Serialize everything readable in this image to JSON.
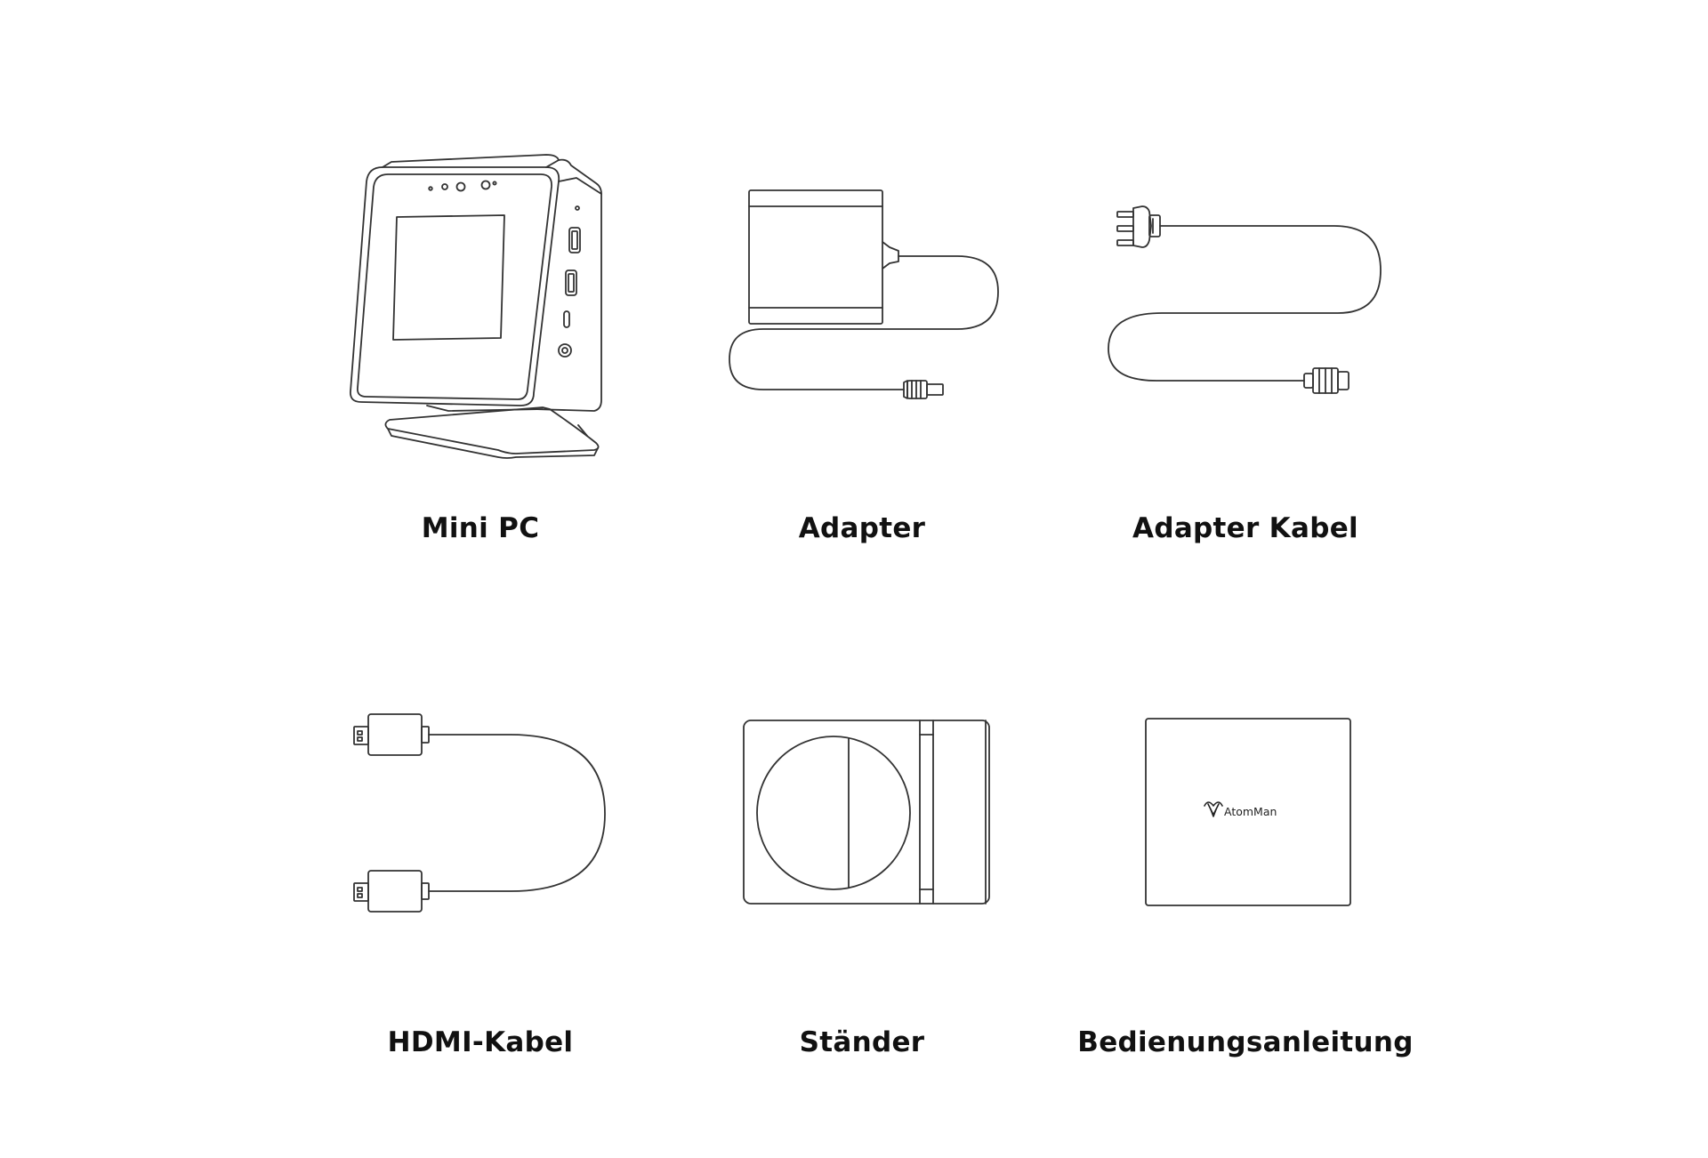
{
  "items": [
    {
      "label": "Mini PC",
      "icon": "mini-pc-icon"
    },
    {
      "label": "Adapter",
      "icon": "power-adapter-icon"
    },
    {
      "label": "Adapter Kabel",
      "icon": "adapter-cable-icon"
    },
    {
      "label": "HDMI-Kabel",
      "icon": "hdmi-cable-icon"
    },
    {
      "label": "Ständer",
      "icon": "stand-icon"
    },
    {
      "label": "Bedienungsanleitung",
      "icon": "manual-icon"
    }
  ],
  "manual_logo": {
    "text": "AtomMan"
  },
  "colors": {
    "line": "#333333",
    "text": "#111111",
    "background": "#ffffff"
  }
}
